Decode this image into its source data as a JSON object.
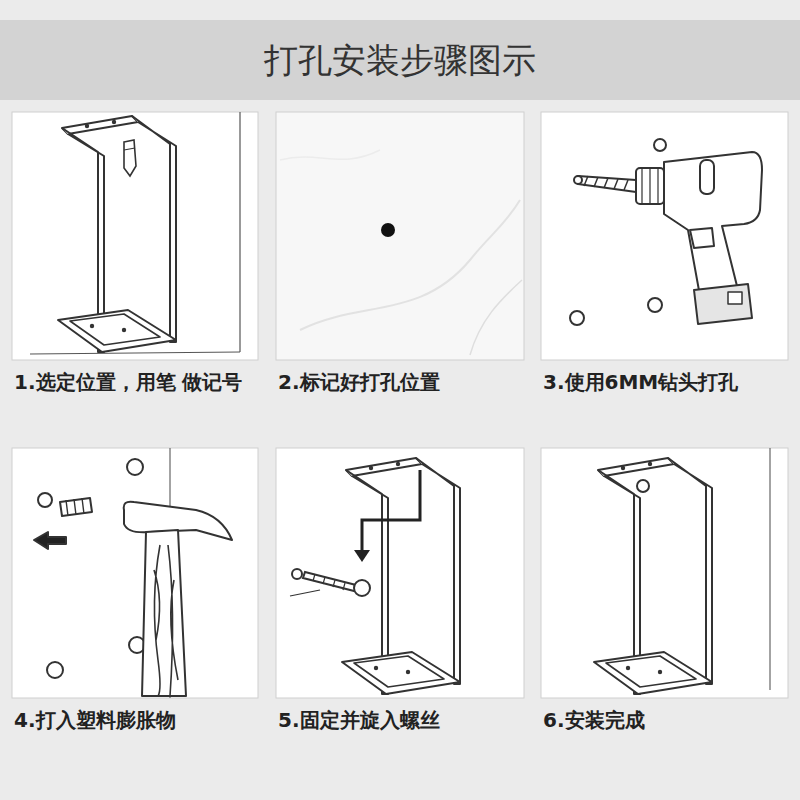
{
  "diagram": {
    "title": "打孔安装步骤图示",
    "nodes": [
      {
        "text": [
          "1.选定位置，用笔 做记号"
        ]
      },
      {
        "text": [
          "2.标记好打孔位置"
        ]
      },
      {
        "text": [
          "3.使用6MM钻头打孔"
        ]
      },
      {
        "text": [
          "4.打入塑料膨胀物"
        ]
      },
      {
        "text": [
          "5.固定并旋入螺丝"
        ]
      },
      {
        "text": [
          "6.安装完成"
        ]
      }
    ]
  }
}
